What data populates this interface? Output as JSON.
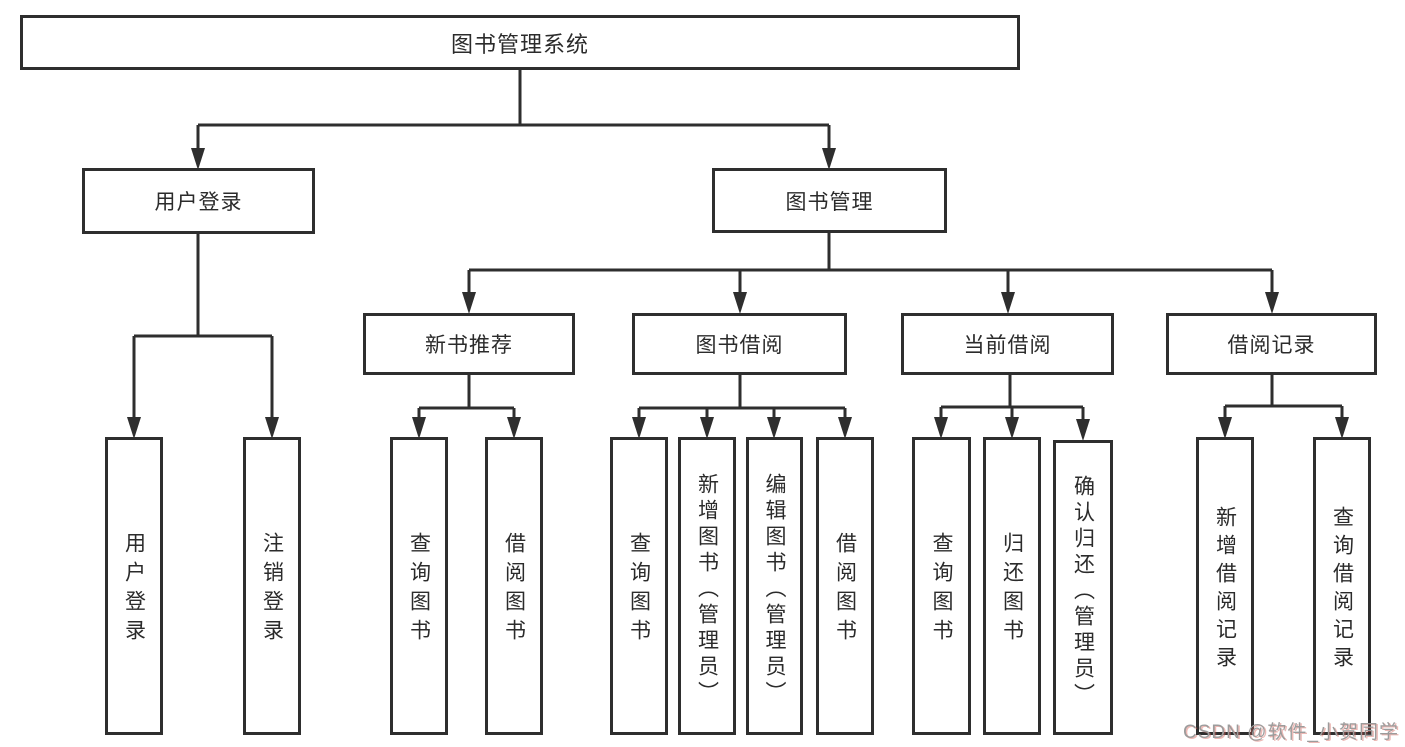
{
  "diagram": {
    "root": "图书管理系统",
    "branches": {
      "user_login": "用户登录",
      "book_mgmt": "图书管理"
    },
    "user_login_children": {
      "login": "用户登录",
      "logout": "注销登录"
    },
    "modules": {
      "new_book": "新书推荐",
      "borrowing": "图书借阅",
      "current": "当前借阅",
      "records": "借阅记录"
    },
    "new_book_children": {
      "query": "查询图书",
      "borrow": "借阅图书"
    },
    "borrowing_children": {
      "query": "查询图书",
      "add": "新增图书（管理员）",
      "edit": "编辑图书（管理员）",
      "borrow": "借阅图书"
    },
    "current_children": {
      "query": "查询图书",
      "return": "归还图书",
      "confirm": "确认归还（管理员）"
    },
    "records_children": {
      "add": "新增借阅记录",
      "query": "查询借阅记录"
    }
  },
  "watermark": "CSDN @软件_小贺同学",
  "colors": {
    "line": "#2e2e2e",
    "background": "#ffffff",
    "watermark_gray": "#9c9c9c"
  }
}
